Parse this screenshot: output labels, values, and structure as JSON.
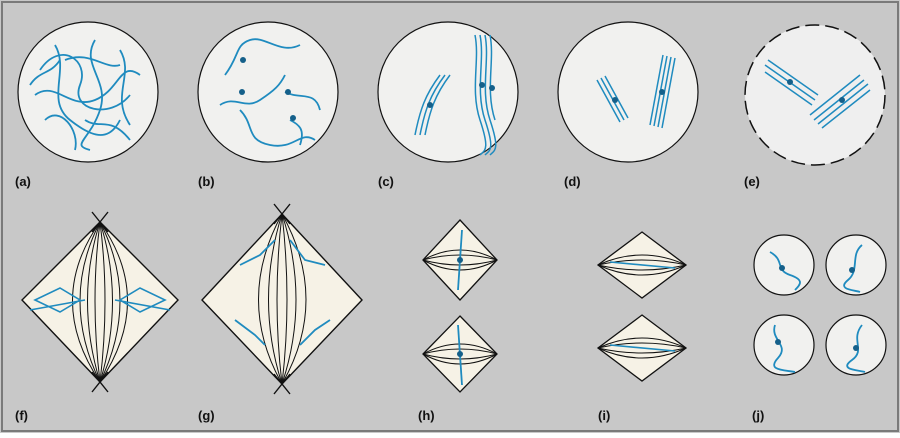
{
  "figure": {
    "labels": {
      "a": "(a)",
      "b": "(b)",
      "c": "(c)",
      "d": "(d)",
      "e": "(e)",
      "f": "(f)",
      "g": "(g)",
      "h": "(h)",
      "i": "(i)",
      "j": "(j)"
    }
  },
  "colors": {
    "background": "#c8c8c8",
    "cell_fill": "#f1f1ef",
    "spindle_fill": "#f6f2e6",
    "chromosome": "#1f8bbf",
    "centromere": "#15608a",
    "outline": "#111111"
  }
}
